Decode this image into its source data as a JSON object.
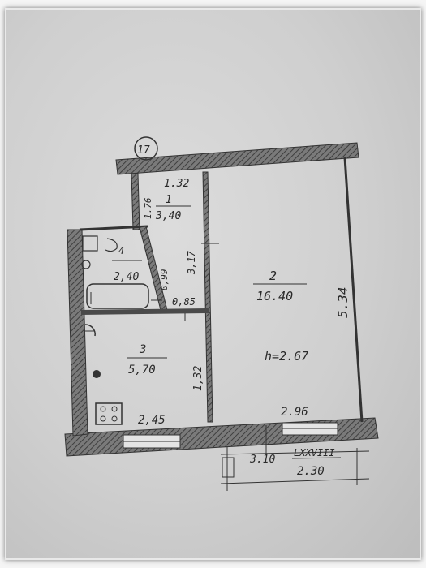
{
  "plan": {
    "marker": "17",
    "rooms": [
      {
        "number": "1",
        "area": "3,40"
      },
      {
        "number": "2",
        "area": "16.40"
      },
      {
        "number": "3",
        "area": "5,70"
      }
    ],
    "bathroom_area": "2,40",
    "ceiling_height": "h=2.67",
    "dimensions": {
      "hall_width": "1.32",
      "hall_depth": "1.76",
      "room2_depth": "5.34",
      "room2_width": "2.96",
      "partition_a": "0,99",
      "partition_b": "0,85",
      "partition_c": "3,17",
      "kitchen_depth": "1,32",
      "kitchen_width": "2,45",
      "window_a": "3.10",
      "window_b": "2.30",
      "roman_code": "LXXVIII"
    },
    "colors": {
      "ink": "#2a2a2a",
      "paper": "#d3d3d3",
      "wall": "#5f5f5f"
    }
  }
}
